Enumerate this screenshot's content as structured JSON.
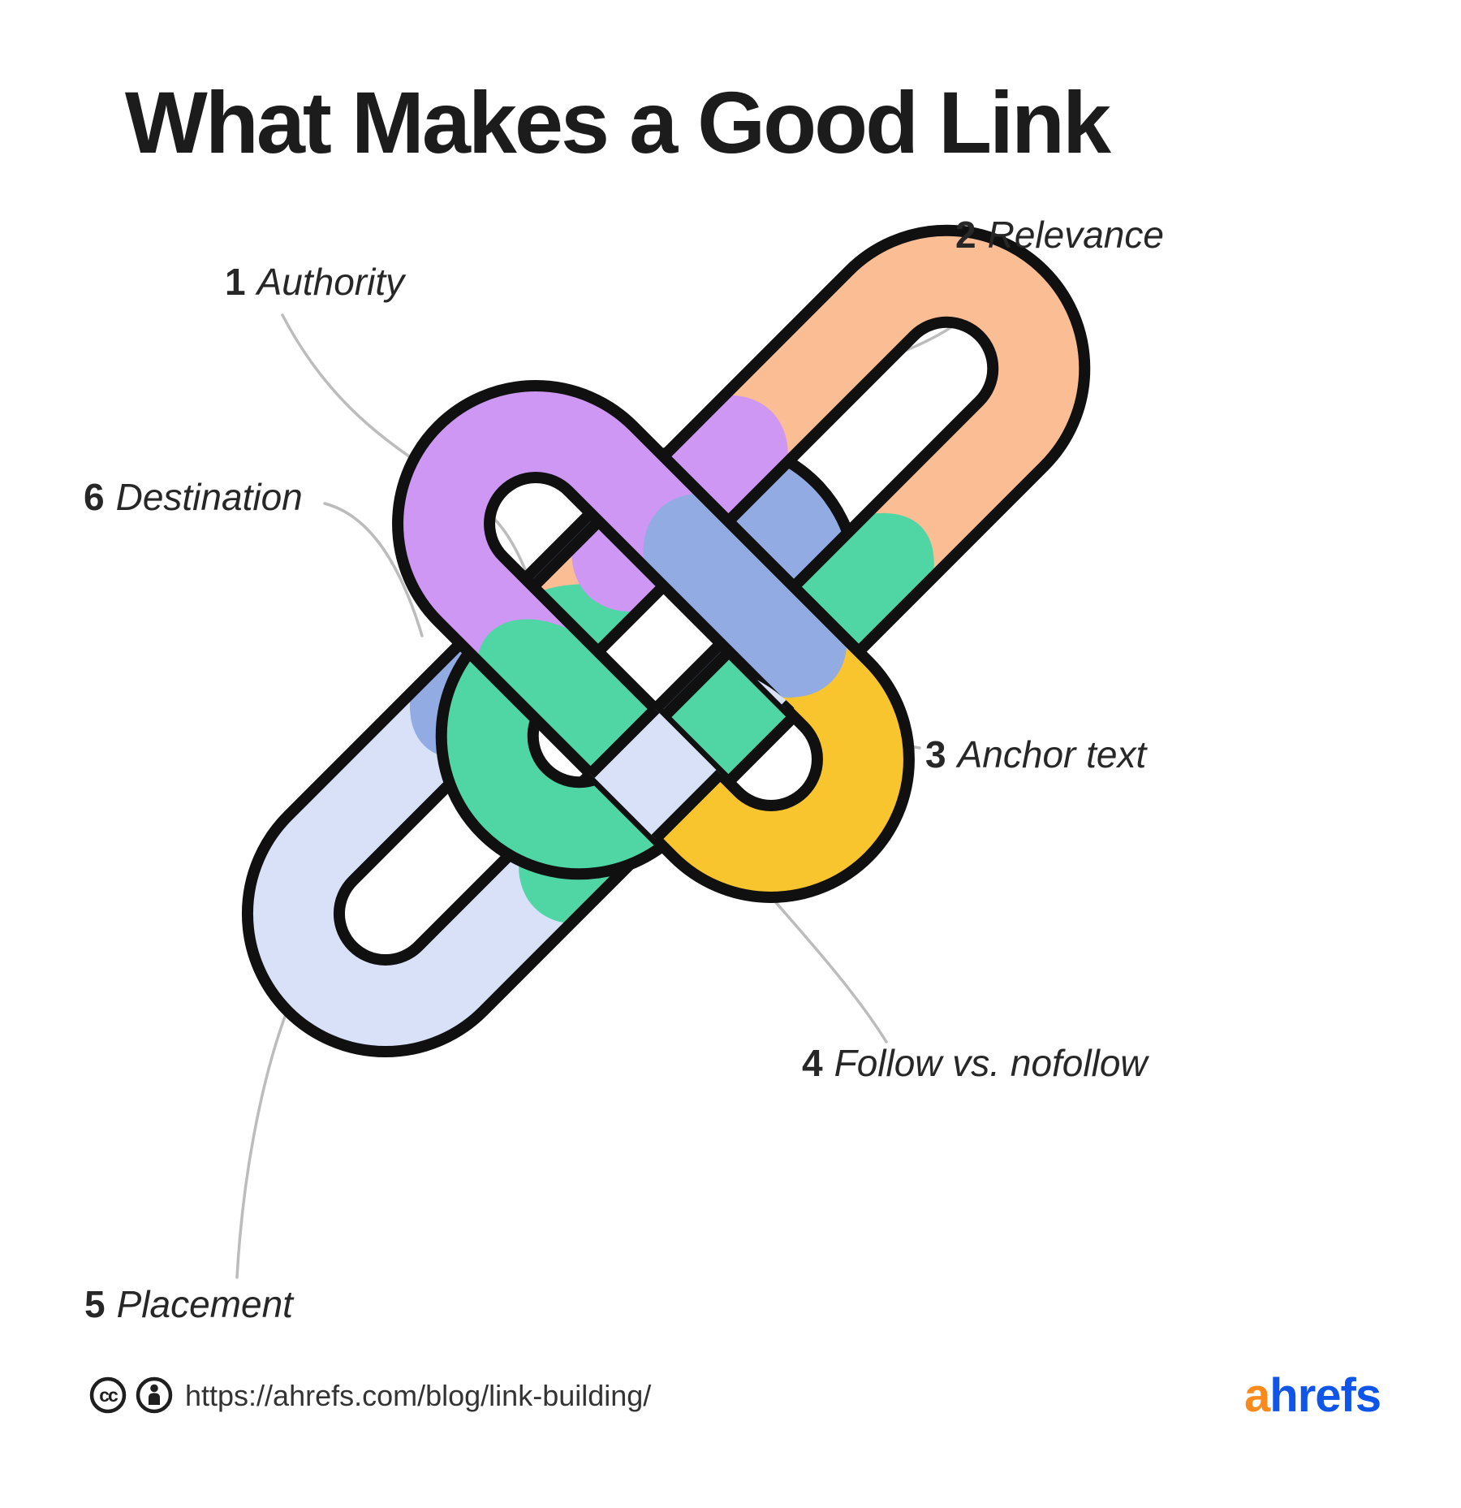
{
  "title": "What Makes a Good Link",
  "factors": [
    {
      "num": "1",
      "label": "Authority",
      "color": "#cd97f3"
    },
    {
      "num": "2",
      "label": "Relevance",
      "color": "#fbbd94"
    },
    {
      "num": "3",
      "label": "Anchor text",
      "color": "#50d6a4"
    },
    {
      "num": "4",
      "label": "Follow vs. nofollow",
      "color": "#f8c52e"
    },
    {
      "num": "5",
      "label": "Placement",
      "color": "#d8e1f8"
    },
    {
      "num": "6",
      "label": "Destination",
      "color": "#92abe3"
    }
  ],
  "chain": {
    "outline_color": "#101010",
    "leader_color": "#bcbcbc"
  },
  "footer": {
    "cc_label": "cc",
    "url": "https://ahrefs.com/blog/link-building/",
    "logo": {
      "prefix": "a",
      "suffix": "hrefs",
      "prefix_color": "#f98b1e",
      "suffix_color": "#0e55e8"
    }
  }
}
